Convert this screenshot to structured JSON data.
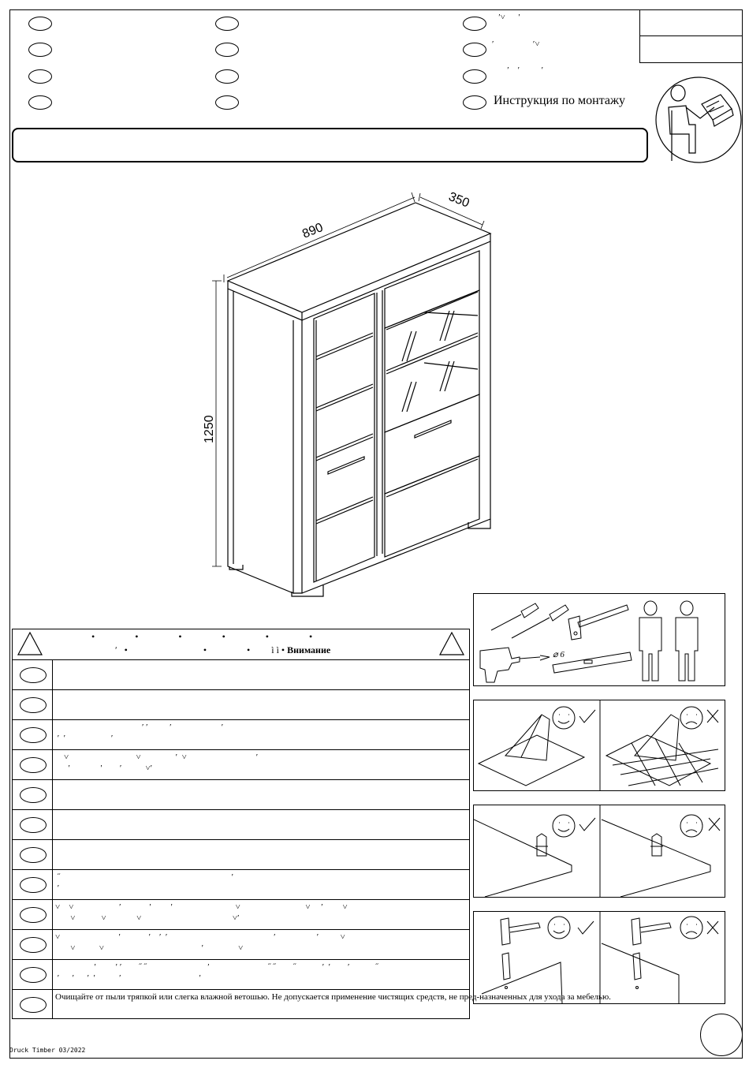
{
  "header": {
    "instruction_title": "Инструкция по монтажу",
    "lang_rows": [
      {
        "c1": "",
        "c2": "",
        "c3": "   ʹ˅      ʹ"
      },
      {
        "c1": "",
        "c2": "",
        "c3": "ʹ                  ʹ˅"
      },
      {
        "c1": "",
        "c2": "",
        "c3": "       ʹ    ʹ          ʹ"
      },
      {
        "c1": "",
        "c2": "",
        "c3": ""
      }
    ]
  },
  "product": {
    "title": "",
    "width": "890",
    "depth": "350",
    "height": "1250"
  },
  "warning": {
    "line1": "•                 •                 •                 •                 •                 •",
    "line2": "ʹ   •                                •                 •         ì ì •",
    "label": "Внимание",
    "rows": [
      {
        "text": ""
      },
      {
        "text": ""
      },
      {
        "text": "                                        ʹ ʹ          ʹ                       ʹ\n ʹ  ʹ                     ʹ"
      },
      {
        "text": "    ˅                               ˅                ʹ  ˅                                ʹ\n      ʹ              ʹ        ʹ           ˅ʹ"
      },
      {
        "text": ""
      },
      {
        "text": ""
      },
      {
        "text": ""
      },
      {
        "text": " ˝                                                                               ʹ\n ʹ"
      },
      {
        "text": "˅    ˅                     ʹ             ʹ         ʹ                             ˅                              ˅     ʹ         ˅\n       ˅            ˅              ˅                                          ˅ʹ"
      },
      {
        "text": "˅                           ʹ             ʹ    ʹ  ʹ                                                 ʹ                   ʹ          ˅\n       ˅           ˅                                             ʹ                ˅"
      },
      {
        "text": "                  ʹ         ʹ ʹ        ˝ ˝                            ʹ                           ˝ ˝        ˝            ʹ  ʹ        ʹ            ˝\n ʹ      ʹ      ʹ  ʹ           ʹ                                    ʹ"
      },
      {
        "text": "Очищайте от пыли тряпкой или слегка влажной ветошью. Не допускается применение чистящих средств, не пред-назначенных для ухода за мебелью."
      }
    ]
  },
  "tools": {
    "drill_bit": "⌀ 6"
  },
  "footer": {
    "print_mark": "Druck Timber 03/2022"
  }
}
